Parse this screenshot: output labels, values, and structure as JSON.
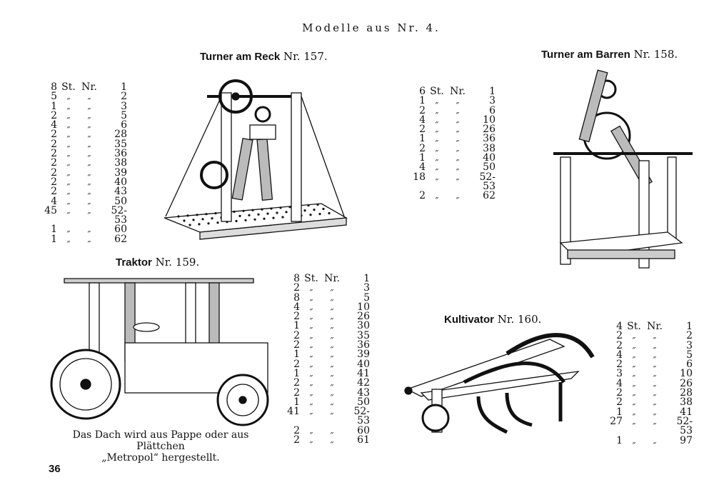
{
  "header": "Modelle aus Nr. 4.",
  "st_label": "St.",
  "nr_label": "Nr.",
  "ditto": "„",
  "models": [
    {
      "name": "Turner am Reck",
      "number": "Nr. 157.",
      "parts": [
        [
          "8",
          "1"
        ],
        [
          "5",
          "2"
        ],
        [
          "1",
          "3"
        ],
        [
          "2",
          "5"
        ],
        [
          "4",
          "6"
        ],
        [
          "2",
          "28"
        ],
        [
          "2",
          "35"
        ],
        [
          "2",
          "36"
        ],
        [
          "2",
          "38"
        ],
        [
          "2",
          "39"
        ],
        [
          "2",
          "40"
        ],
        [
          "2",
          "43"
        ],
        [
          "4",
          "50"
        ],
        [
          "45",
          "52-53"
        ],
        [
          "1",
          "60"
        ],
        [
          "1",
          "62"
        ]
      ]
    },
    {
      "name": "Turner am Barren",
      "number": "Nr. 158.",
      "parts": [
        [
          "6",
          "1"
        ],
        [
          "1",
          "3"
        ],
        [
          "2",
          "6"
        ],
        [
          "4",
          "10"
        ],
        [
          "2",
          "26"
        ],
        [
          "1",
          "36"
        ],
        [
          "2",
          "38"
        ],
        [
          "1",
          "40"
        ],
        [
          "4",
          "50"
        ],
        [
          "18",
          "52-53"
        ],
        [
          "2",
          "62"
        ]
      ]
    },
    {
      "name": "Traktor",
      "number": "Nr. 159.",
      "parts": [
        [
          "8",
          "1"
        ],
        [
          "2",
          "3"
        ],
        [
          "8",
          "5"
        ],
        [
          "4",
          "10"
        ],
        [
          "2",
          "26"
        ],
        [
          "1",
          "30"
        ],
        [
          "2",
          "35"
        ],
        [
          "2",
          "36"
        ],
        [
          "1",
          "39"
        ],
        [
          "2",
          "40"
        ],
        [
          "1",
          "41"
        ],
        [
          "2",
          "42"
        ],
        [
          "2",
          "43"
        ],
        [
          "1",
          "50"
        ],
        [
          "41",
          "52-53"
        ],
        [
          "2",
          "60"
        ],
        [
          "2",
          "61"
        ]
      ],
      "caption_line1": "Das Dach wird aus Pappe oder aus Plättchen",
      "caption_line2": "„Metropol“ hergestellt."
    },
    {
      "name": "Kultivator",
      "number": "Nr. 160.",
      "parts": [
        [
          "4",
          "1"
        ],
        [
          "2",
          "2"
        ],
        [
          "2",
          "3"
        ],
        [
          "4",
          "5"
        ],
        [
          "2",
          "6"
        ],
        [
          "3",
          "10"
        ],
        [
          "4",
          "26"
        ],
        [
          "2",
          "28"
        ],
        [
          "2",
          "38"
        ],
        [
          "1",
          "41"
        ],
        [
          "27",
          "52-53"
        ],
        [
          "1",
          "97"
        ]
      ]
    }
  ],
  "page_number": "36"
}
